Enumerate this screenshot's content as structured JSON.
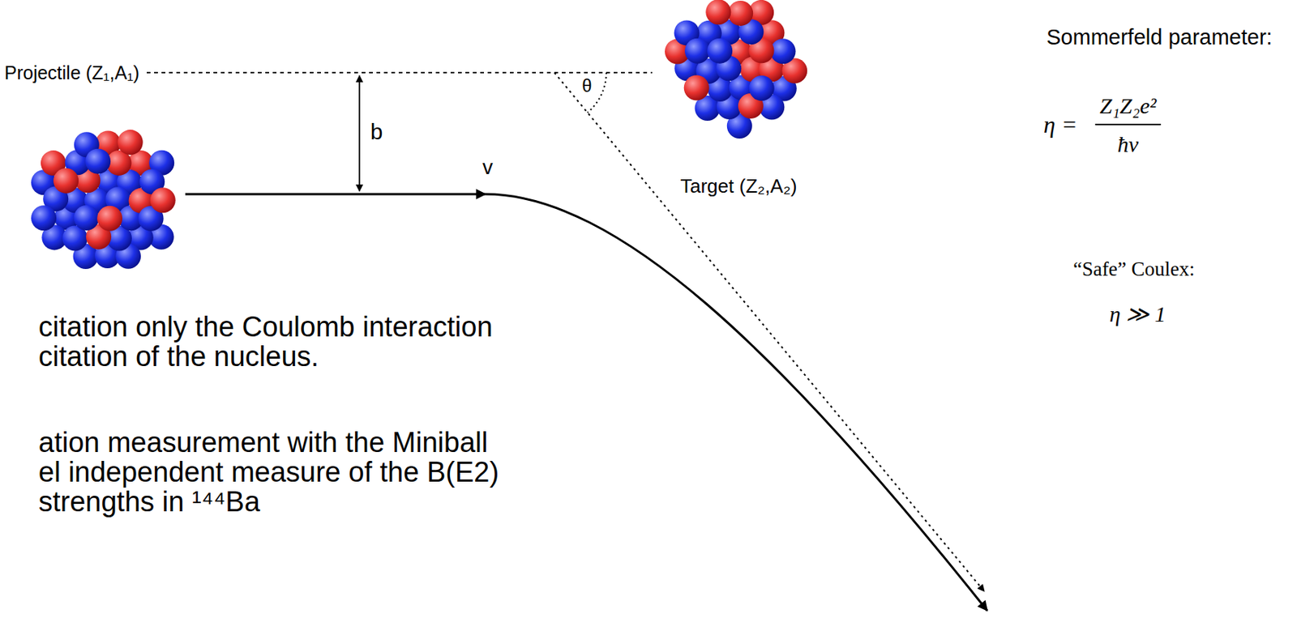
{
  "diagram": {
    "labels": [
      "Projectile (Z₁,A₁)",
      "b",
      "v",
      "θ",
      "Target (Z₂,A₂)",
      "Sommerfeld parameter:",
      "η =",
      "Z₁Z₂e²",
      "ħv",
      "“Safe” Coulex:",
      "η ≫ 1",
      "citation only the Coulomb interaction",
      "citation of the nucleus.",
      "ation measurement with the Miniball",
      "el independent measure of the B(E2)",
      "strengths in ¹⁴⁴Ba"
    ]
  }
}
